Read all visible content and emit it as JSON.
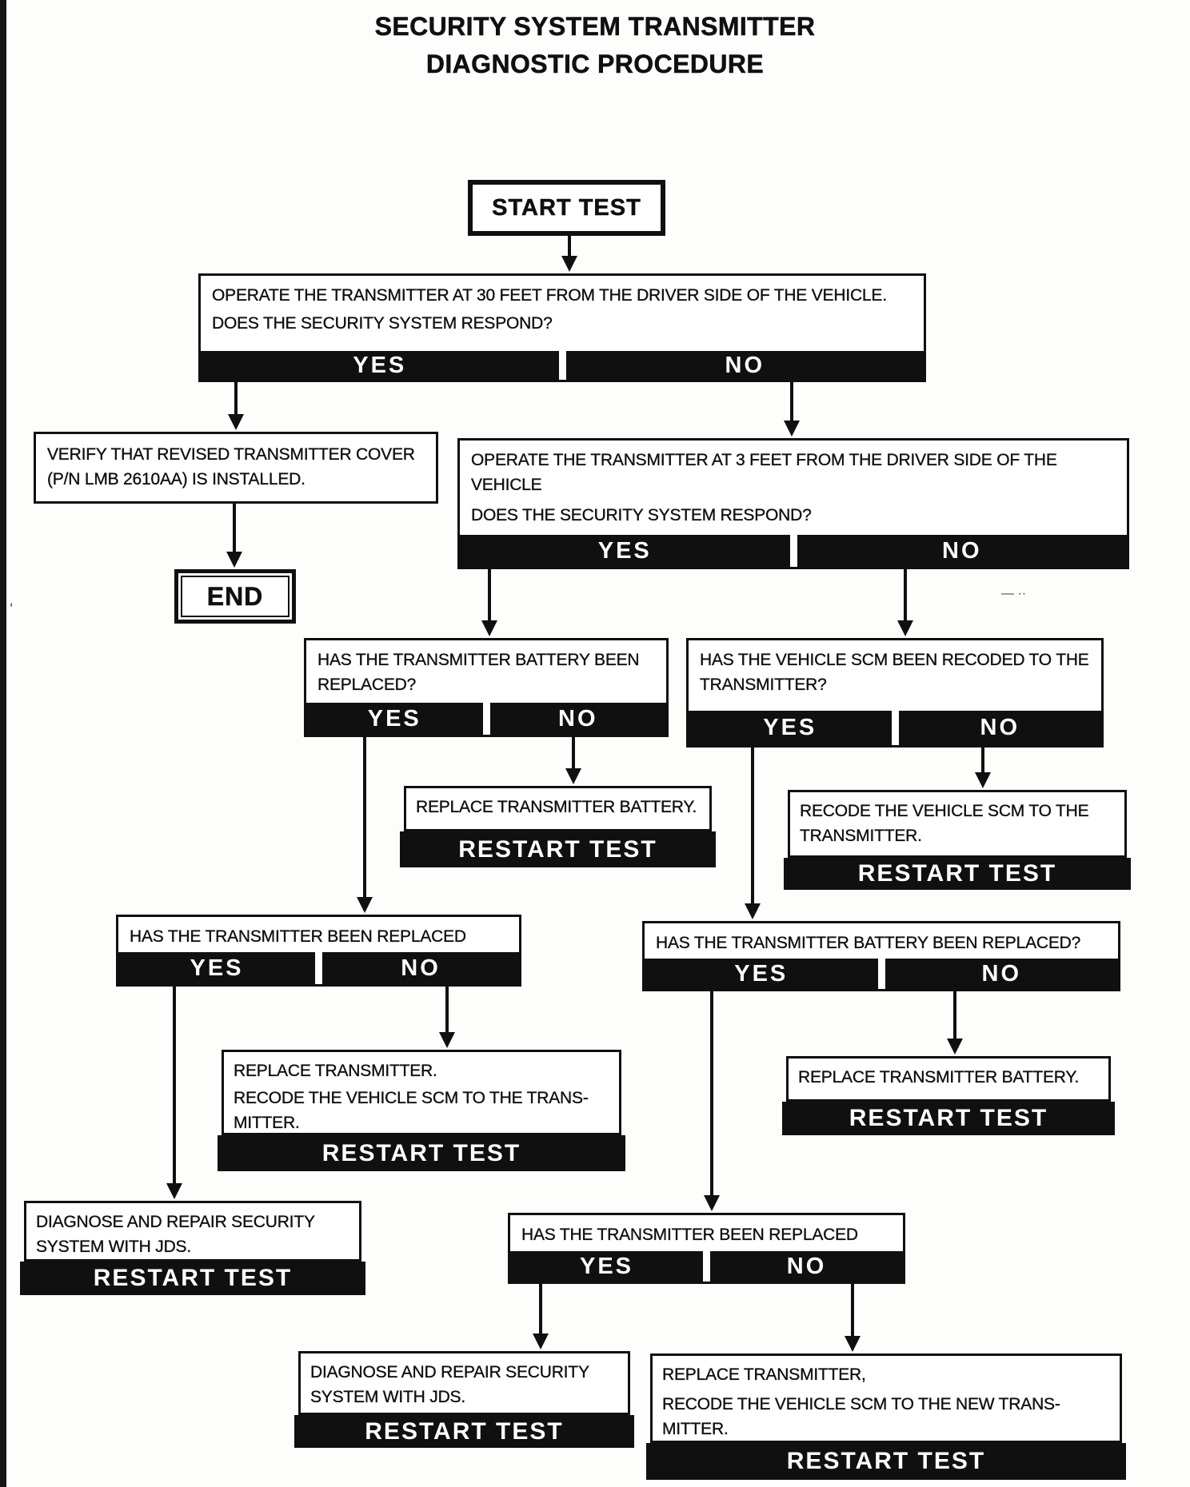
{
  "page": {
    "title_line1": "SECURITY SYSTEM TRANSMITTER",
    "title_line2": "DIAGNOSTIC PROCEDURE"
  },
  "labels": {
    "yes": "YES",
    "no": "NO",
    "restart": "RESTART TEST"
  },
  "nodes": {
    "start": {
      "label": "START TEST"
    },
    "q_30ft": {
      "line1": "OPERATE THE TRANSMITTER AT 30 FEET FROM THE DRIVER SIDE OF THE VEHICLE.",
      "line2": "DOES THE SECURITY SYSTEM RESPOND?"
    },
    "verify_cover": {
      "line1": "VERIFY THAT REVISED TRANSMITTER COVER",
      "line2": "(P/N LMB 2610AA) IS INSTALLED."
    },
    "end": {
      "label": "END"
    },
    "q_3ft": {
      "line1": "OPERATE THE TRANSMITTER AT 3 FEET FROM THE DRIVER SIDE OF THE",
      "line2": "VEHICLE",
      "line3": "DOES THE SECURITY SYSTEM RESPOND?"
    },
    "q_battery_left": {
      "line1": "HAS THE TRANSMITTER BATTERY BEEN",
      "line2": "REPLACED?"
    },
    "q_scm_recoded": {
      "line1": "HAS THE VEHICLE SCM BEEN RECODED TO THE",
      "line2": "TRANSMITTER?"
    },
    "replace_battery_left": {
      "line1": "REPLACE TRANSMITTER BATTERY."
    },
    "recode_scm": {
      "line1": "RECODE THE VEHICLE SCM TO THE",
      "line2": "TRANSMITTER."
    },
    "q_transmitter_left": {
      "line1": "HAS THE TRANSMITTER BEEN REPLACED"
    },
    "q_battery_right": {
      "line1": "HAS THE TRANSMITTER BATTERY BEEN REPLACED?"
    },
    "replace_transmitter": {
      "line1": "REPLACE TRANSMITTER.",
      "line2": "RECODE THE VEHICLE SCM TO THE TRANS-",
      "line3": "MITTER."
    },
    "replace_battery_right": {
      "line1": "REPLACE TRANSMITTER BATTERY."
    },
    "diagnose_left": {
      "line1": "DIAGNOSE AND REPAIR SECURITY",
      "line2": "SYSTEM WITH JDS."
    },
    "q_transmitter_bottom": {
      "line1": "HAS THE TRANSMITTER BEEN REPLACED"
    },
    "diagnose_bottom": {
      "line1": "DIAGNOSE AND REPAIR SECURITY",
      "line2": "SYSTEM WITH JDS."
    },
    "replace_transmitter_new": {
      "line1": "REPLACE TRANSMITTER,",
      "line2": "RECODE THE VEHICLE SCM TO THE NEW TRANS-",
      "line3": "MITTER."
    }
  },
  "artifacts": {
    "dash_mark": "— ··",
    "tick_mark": "ʻ"
  },
  "colors": {
    "ink": "#101010",
    "paper": "#fdfdfc",
    "bar": "#101010",
    "bar_text": "#ffffff"
  }
}
